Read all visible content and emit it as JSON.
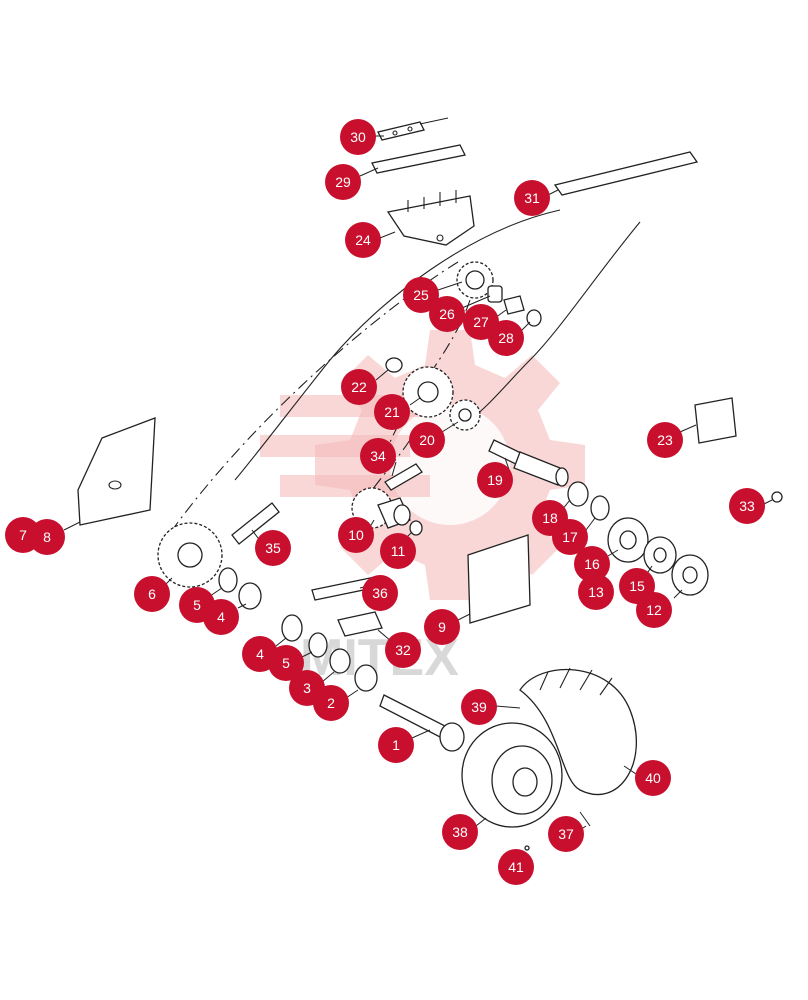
{
  "watermark": "MITEX",
  "callouts": [
    {
      "label": "30"
    },
    {
      "label": "29"
    },
    {
      "label": "31"
    },
    {
      "label": "24"
    },
    {
      "label": "25"
    },
    {
      "label": "26"
    },
    {
      "label": "27"
    },
    {
      "label": "28"
    },
    {
      "label": "22"
    },
    {
      "label": "21"
    },
    {
      "label": "20"
    },
    {
      "label": "23"
    },
    {
      "label": "34"
    },
    {
      "label": "19"
    },
    {
      "label": "33"
    },
    {
      "label": "18"
    },
    {
      "label": "17"
    },
    {
      "label": "7"
    },
    {
      "label": "8"
    },
    {
      "label": "35"
    },
    {
      "label": "10"
    },
    {
      "label": "11"
    },
    {
      "label": "16"
    },
    {
      "label": "13"
    },
    {
      "label": "15"
    },
    {
      "label": "12"
    },
    {
      "label": "6"
    },
    {
      "label": "5"
    },
    {
      "label": "4"
    },
    {
      "label": "36"
    },
    {
      "label": "9"
    },
    {
      "label": "32"
    },
    {
      "label": "4"
    },
    {
      "label": "5"
    },
    {
      "label": "3"
    },
    {
      "label": "2"
    },
    {
      "label": "39"
    },
    {
      "label": "1"
    },
    {
      "label": "40"
    },
    {
      "label": "38"
    },
    {
      "label": "37"
    },
    {
      "label": "41"
    }
  ]
}
